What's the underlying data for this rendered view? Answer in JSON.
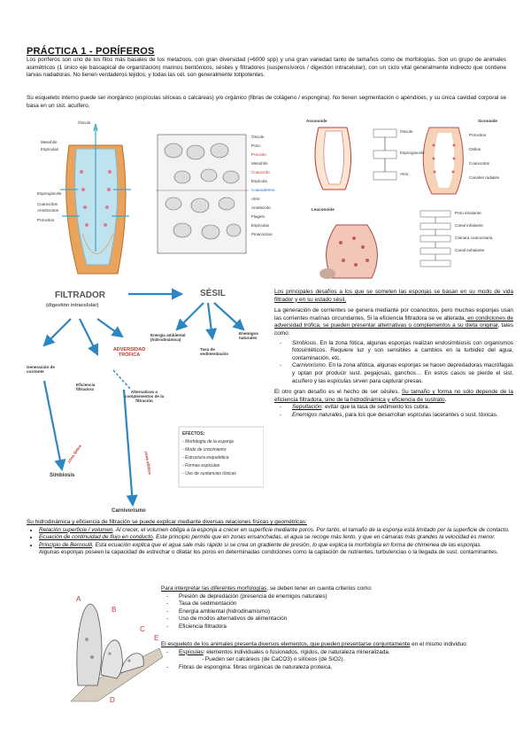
{
  "title": "PRÁCTICA 1 - PORÍFEROS",
  "intro": {
    "p1": "Los poríferos son uno de los filos más basales de los metazoos, con gran diversidad (≈6000 spp) y una gran variedad tanto de tamaños como de morfologías. Son un grupo de animales asimétricos (1 único eje basoapical de organización) marinos bentónicos, sésiles y filtradores (suspensívoros / digestión intracelular), con un ciclo vital generalmente indirecto que contiene larvas nadadoras. No tienen verdaderos tejidos, y todas las cél. son generalmente totipotentes.",
    "p2": "Su esqueleto interno puede ser inorgánico (espículas silíceas o calcáreas) y/o orgánico (fibras de colágeno / espongina). No tienen segmentación o apéndices, y su única cavidad corporal se basa en un sist. acuífero."
  },
  "fig1_labels": [
    "Ósculo",
    "Mesohilo",
    "Espículas",
    "Espongiocele",
    "Coanocitos",
    "Amebocitos",
    "Porocitos"
  ],
  "fig2_labels": [
    "Ósculo",
    "Poro",
    "Porocito",
    "Mesohilo",
    "Coanocito",
    "Espícula",
    "Coanodermo",
    "Atrio",
    "Amebocito",
    "Flagelo",
    "Espículas",
    "Pinacocitos"
  ],
  "fig3_titles": [
    "Asconoide",
    "Siconoide",
    "Leuconoide"
  ],
  "fig3_labels": [
    "Ósculo",
    "Espongiocele",
    "Atrio",
    "Porocitos",
    "Ostios",
    "Coanocitos",
    "Canales radiales",
    "Poro inhalante",
    "Canal inhalante",
    "Cámara coanocitaria",
    "Canal exhalante"
  ],
  "diagram": {
    "filtrador": "FILTRADOR",
    "filtrador_sub": "(digestión intracelular)",
    "sesil": "SÉSIL",
    "adversidad": "ADVERSIDAD TRÓFICA",
    "generacion": "Generación de corriente",
    "eficiencia": "Eficiencia filtradora",
    "alternativas": "Alternativas o complementos de la filtración",
    "energia": "Energía ambiental (hidrodinámica)",
    "enemigos": "Enemigos naturales",
    "tasa": "Tasa de sedimentación",
    "zona_fotica": "zona fótica",
    "zona_afotica": "zona afótica",
    "simbiosis": "Simbiosis",
    "carnivorismo": "Carnivorismo",
    "efectos_title": "EFECTOS:",
    "efectos": [
      "Morfología de la esponja",
      "Modo de crecimiento",
      "Estructura esquelética",
      "Formas espiculas",
      "Uso de sustancias tóxicas"
    ]
  },
  "right_col": {
    "p1": "Los principales desafíos a los que se someten las esponjas se basan en su modo de vida filtrador y en su estado sésil.",
    "p2a": "La generación de corrientes se genera mediante por coanocitos, pero muchas esponjas usan las corrientes marinas circundantes. Si la eficiencia filtradora se ve alterada,",
    "p2b": " en condiciones de adversidad trófica, se pueden presentar alternativas o complementos a su dieta original",
    "p2c": ", tales como:",
    "dash1_label": "Simbiosis",
    "dash1_text": ". En la zona fótica, algunas esponjas realizan endosimbiosis con organismos fotosintéticos. Requiere luz y son sensibles a cambios en la turbidez del agua, contaminación, etc.",
    "dash2_label": "Carnivorismo",
    "dash2_text": ". En la zona afótica, algunas esponjas se hacen depredadoras macrófagas y optan por producir sust. pegajosas, ganchos… En estos casos se pierde el sist. acuífero y las espículas sirven para capturar presas.",
    "p3a": "El otro gran desafío es el hecho de ser sésiles. ",
    "p3b": "Su tamaño y forma no sólo depende de la eficiencia filtradora, sino de la hidrodinámica y eficiencia de sustrato",
    "p3c": ".",
    "dash3_label": "Sepultación",
    "dash3_text": ": evitar que la tasa de sedimento los cubra.",
    "dash4_label": "Enemigos naturales",
    "dash4_text": ", para los que desarrollan espículas lacerantes o sust. tóxicas."
  },
  "hydro": {
    "intro": "Su hidrodinámica y eficiencia de filtración se puede explicar mediante diversas relaciones físicas y geométricas:",
    "items": [
      {
        "label": "Relación superficie / volumen",
        "text": ". Al crecer, el volumen obliga a la esponja a crecer en superficie mediante poros. Por tanto, el tamaño de la esponja está limitado por la superficie de contacto."
      },
      {
        "label": "Ecuación de continuidad de flujo en conducto",
        "text": ". Este principio permite que en zonas ensanchadas, el agua se recoge más lento, y que en cámaras más grandes la velocidad es menor."
      },
      {
        "label": "Principio de Bernoulli",
        "text": ". Esta ecuación explica que el agua sale más rápido si se crea un gradiente de presión, lo que explica la morfología en forma de chimenea de las esponjas."
      }
    ],
    "note": "Algunas esponjas poseen la capacidad de estrechar o dilatar los poros en determinadas condiciones como la captación de nutrientes, turbulencias o la llegada de sust. contaminantes."
  },
  "morph": {
    "intro_ul": "Para interpretar las diferentes morfologías",
    "intro_rest": ", se deben tener en cuenta criterios como:",
    "items": [
      "Presión de depredación (presencia de enemigos naturales)",
      "Tasa de sedimentación",
      "Energía ambiental (hidrodinamismo)",
      "Uso de modos alternativos de alimentación",
      "Eficiencia filtradora"
    ]
  },
  "skeleton": {
    "intro_ul": "El esqueleto de los animales presenta diversos elementos, que pueden presentarse conjuntamente",
    "intro_rest": " en el mismo individuo:",
    "item1_label": "Espículas",
    "item1_text": ": elementos individuales o fusionados, rígidos, de naturaleza mineralizada.",
    "sub1": "Pueden ser calcáreos (de CaCO3) o silíceos (de SiO2).",
    "item2_label": "Fibras de espongina",
    "item2_text": ": fibras orgánicas de naturaleza proteica."
  },
  "fig_bottom_letters": [
    "A",
    "B",
    "C",
    "D",
    "E"
  ]
}
